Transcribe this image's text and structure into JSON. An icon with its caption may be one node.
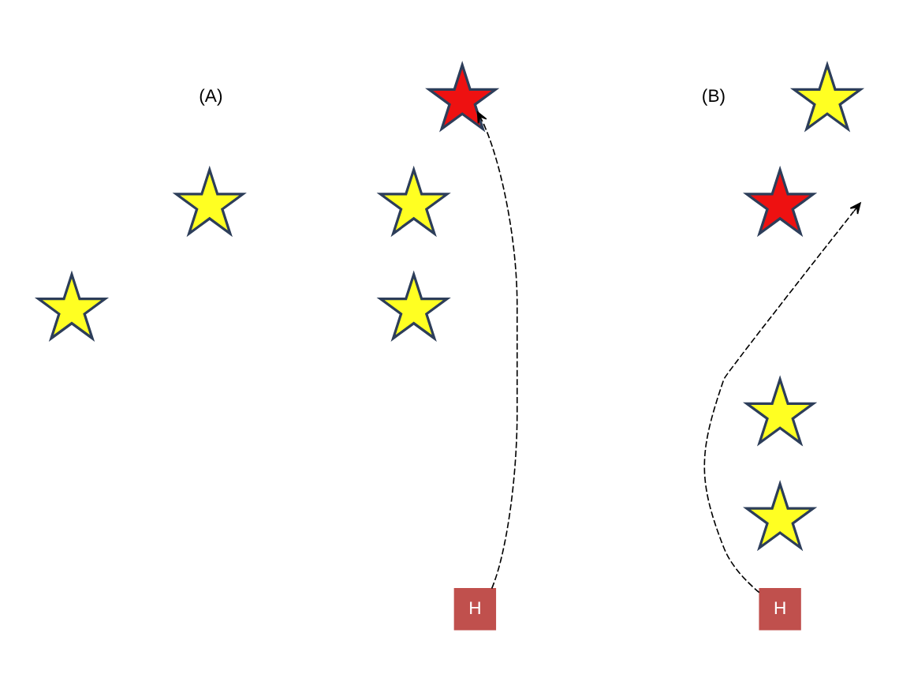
{
  "diagram": {
    "nodes": [
      {
        "text": [],
        "shape": "star"
      },
      {
        "text": [],
        "shape": "star"
      },
      {
        "text": [],
        "shape": "star"
      },
      {
        "text": [],
        "shape": "star"
      },
      {
        "text": [],
        "shape": "star"
      },
      {
        "text": [
          "H"
        ]
      },
      {
        "text": [],
        "shape": "star"
      },
      {
        "text": [],
        "shape": "star"
      },
      {
        "text": [],
        "shape": "star"
      },
      {
        "text": [],
        "shape": "star"
      },
      {
        "text": [
          "H"
        ]
      }
    ],
    "edges": [
      {
        "from": 5,
        "to": 0,
        "arrow": "to",
        "style": "dashed"
      },
      {
        "from": 10,
        "to": null,
        "arrow": "to",
        "style": "dashed"
      }
    ],
    "labels": [
      "(A)",
      "(B)"
    ]
  }
}
